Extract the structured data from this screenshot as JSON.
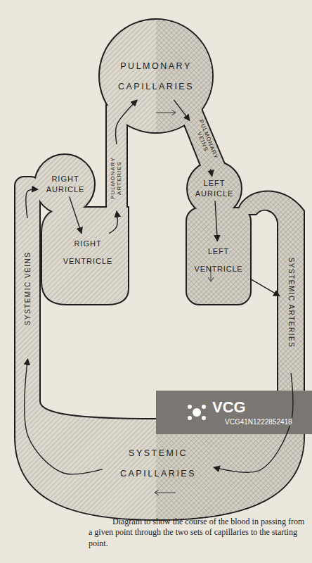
{
  "diagram": {
    "caption": "Diagram to show the course of the blood in passing from a given point through the two sets of capillaries to the starting point.",
    "nodes": [
      {
        "text": [
          "PULMONARY CAPILLARIES"
        ]
      },
      {
        "text": [
          "RIGHT AURICLE"
        ]
      },
      {
        "text": [
          "PULMONARY ARTERIES"
        ]
      },
      {
        "text": [
          "PULMONARY VEINS"
        ]
      },
      {
        "text": [
          "LEFT AURICLE"
        ]
      },
      {
        "text": [
          "RIGHT VENTRICLE"
        ]
      },
      {
        "text": [
          "LEFT VENTRICLE"
        ]
      },
      {
        "text": [
          "SYSTEMIC VEINS"
        ]
      },
      {
        "text": [
          "SYSTEMIC ARTERIES"
        ]
      },
      {
        "text": [
          "SYSTEMIC CAPILLARIES"
        ]
      }
    ],
    "edges": [
      {
        "from": 1,
        "to": 5,
        "arrow": "to"
      },
      {
        "from": 5,
        "to": 2,
        "arrow": "to"
      },
      {
        "from": 2,
        "to": 0,
        "arrow": "to"
      },
      {
        "from": 0,
        "to": 3,
        "arrow": "to"
      },
      {
        "from": 3,
        "to": 4,
        "arrow": "to"
      },
      {
        "from": 4,
        "to": 6,
        "arrow": "to"
      },
      {
        "from": 6,
        "to": 8,
        "arrow": "to"
      },
      {
        "from": 8,
        "to": 9,
        "arrow": "to"
      },
      {
        "from": 9,
        "to": 7,
        "arrow": "to"
      },
      {
        "from": 7,
        "to": 1,
        "arrow": "to"
      }
    ],
    "labels": [
      "VCG",
      "VCG41N1222852418"
    ]
  }
}
